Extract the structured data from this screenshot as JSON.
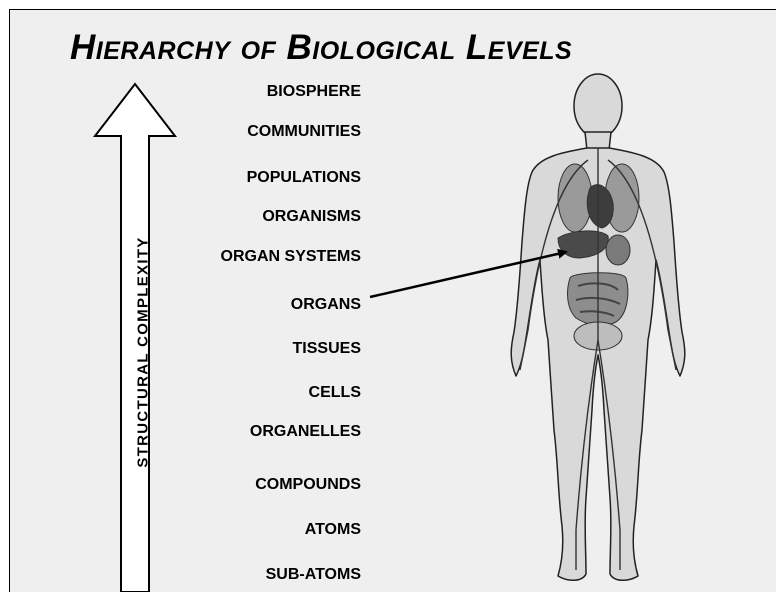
{
  "title": "Hierarchy of Biological Levels",
  "axis_label": "STRUCTURAL COMPLEXITY",
  "levels": [
    "BIOSPHERE",
    "COMMUNITIES",
    "POPULATIONS",
    "ORGANISMS",
    "ORGAN SYSTEMS",
    "ORGANS",
    "TISSUES",
    "CELLS",
    "ORGANELLES",
    "COMPOUNDS",
    "ATOMS",
    "SUB-ATOMS"
  ],
  "pointer_target": "ORGANS",
  "illustration": "human-body-with-internal-organs",
  "colors": {
    "background": "#efefef",
    "body_fill": "#d9d9d9",
    "organ_dark": "#555555",
    "organ_mid": "#8a8a8a",
    "text": "#000000"
  }
}
